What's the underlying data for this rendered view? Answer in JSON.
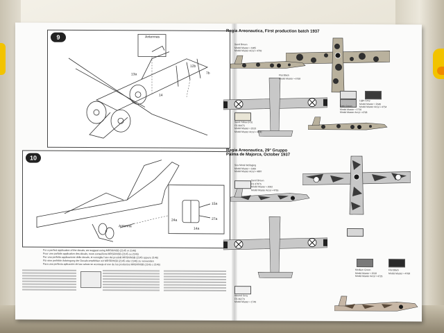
{
  "colors": {
    "box_inner": "#e8e3d6",
    "camo_dark": "#2f2f2f",
    "camo_light": "#b9b19d",
    "aircraft_grey": "#9a9a9a",
    "roundel": "#1a1a1a"
  },
  "steps": [
    {
      "number": "9",
      "callouts": [
        "Antennas",
        "12b",
        "7b",
        "14",
        "13a"
      ]
    },
    {
      "number": "10",
      "callouts": [
        "Antenna",
        "24a",
        "15a",
        "27a",
        "14a"
      ]
    }
  ],
  "left_notes": [
    "For a perfect application of the decals, we suggest using MRSR/NSB (2145 or 2146)",
    "Pour une parfaite application des décals, nous conseillons MRSR/NSB (2145 ou 2146)",
    "Per una perfetta applicazione delle decals, si consiglia l'uso dei prodotti MRSR/NSB (2145 oppure 2146)",
    "Für eine perfekte Anbringung der Decals empfehlen wir MRSR/NSB (2145 oder 2146) zu verwenden",
    "Para una perfecta aplicación de las calcas se aconseja el uso de los productos MRSR/NSB (2145 o 2146)"
  ],
  "sections": [
    {
      "title_lines": [
        "Regia Areonautica, First production batch 1937"
      ]
    },
    {
      "title_lines": [
        "Regia Areonautica, 29° Gruppo",
        "Palma de Majorca, October 1937"
      ]
    }
  ],
  "paint_labels": {
    "s1_top": [
      "Sand Brown",
      "Model Master • 1985",
      "Model Master Acryl • 4782"
    ],
    "s1_green": [
      "Dark Green",
      "Model Master • 1710",
      "Model Master Acryl • 4708"
    ],
    "s1_sand": [
      "Sand Yellow (FS)",
      "FS 30475",
      "Model Master • 2013",
      "Model Master Acryl • 4630"
    ],
    "s1_grey": [
      "Light Grey",
      "Model Master • 2040",
      "Model Master Acryl • 4754"
    ],
    "s1_black": [
      "Flat Black",
      "Model Master • 4768"
    ],
    "s2_top": [
      "Sea Metal Wellaging",
      "Model Master • 1966",
      "Model Master Acryl • 4887"
    ],
    "s2_blue": [
      "Sand Brown",
      "FS 37875",
      "Model Master • 2002",
      "Model Master Acryl • 4765"
    ],
    "s2_dark": [
      "Medium Green",
      "Model Master • 2010",
      "Model Master Acryl • 4726"
    ],
    "s2_grey": [
      "Neutral Grey",
      "FS 36270",
      "Model Master • 1749"
    ],
    "s2_black": [
      "Flat Black",
      "Model Master • 4768"
    ]
  }
}
